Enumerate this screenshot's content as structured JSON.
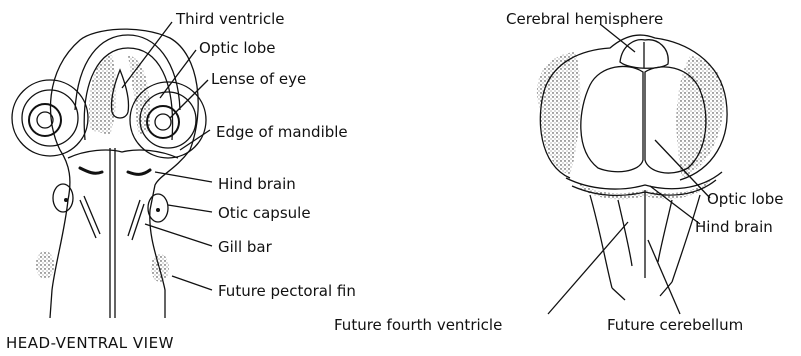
{
  "head_view": {
    "caption": "HEAD-VENTRAL VIEW",
    "labels": {
      "third_ventricle": "Third ventricle",
      "optic_lobe": "Optic lobe",
      "lense_of_eye": "Lense of eye",
      "edge_of_mandible": "Edge of mandible",
      "hind_brain": "Hind brain",
      "otic_capsule": "Otic capsule",
      "gill_bar": "Gill bar",
      "future_pectoral_fin": "Future pectoral fin"
    }
  },
  "brain_view": {
    "labels": {
      "cerebral_hemisphere": "Cerebral hemisphere",
      "optic_lobe": "Optic lobe",
      "hind_brain": "Hind brain",
      "future_fourth_ventricle": "Future fourth ventricle",
      "future_cerebellum": "Future cerebellum"
    }
  }
}
